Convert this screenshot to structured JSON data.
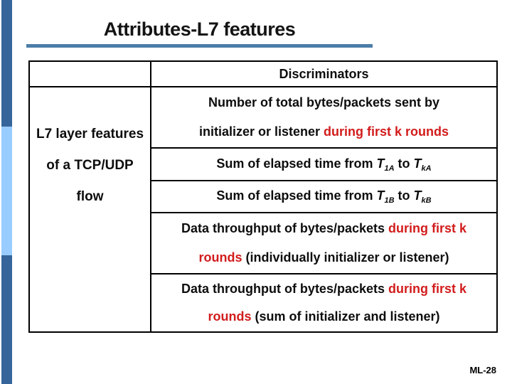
{
  "slide": {
    "title": "Attributes-L7 features",
    "page_number": "ML-28"
  },
  "colors": {
    "accent_dark_blue": "#36659B",
    "accent_light_blue": "#99CCFF",
    "title_rule_blue": "#4D7DA8",
    "highlight_red": "#D21C1C",
    "text_black": "#0D0D0D"
  },
  "table": {
    "header_right": "Discriminators",
    "left_cell": {
      "lines": [
        "L7 layer features",
        "of a TCP/UDP",
        "flow"
      ]
    },
    "rows": [
      {
        "lines": [
          [
            {
              "t": "Number of total bytes/packets sent by"
            }
          ],
          [
            {
              "t": "initializer or listener "
            },
            {
              "t": "during first k rounds",
              "red": true
            }
          ]
        ]
      },
      {
        "lines": [
          [
            {
              "t": "Sum of elapsed time from "
            },
            {
              "t": "T",
              "it": true
            },
            {
              "t": "1A",
              "it": true,
              "sub": true
            },
            {
              "t": " to "
            },
            {
              "t": "T",
              "it": true
            },
            {
              "t": "kA",
              "it": true,
              "sub": true
            }
          ]
        ]
      },
      {
        "lines": [
          [
            {
              "t": "Sum of elapsed time from "
            },
            {
              "t": "T",
              "it": true
            },
            {
              "t": "1B",
              "it": true,
              "sub": true
            },
            {
              "t": " to "
            },
            {
              "t": "T",
              "it": true
            },
            {
              "t": "kB",
              "it": true,
              "sub": true
            }
          ]
        ]
      },
      {
        "lines": [
          [
            {
              "t": "Data throughput of bytes/packets "
            },
            {
              "t": "during first k",
              "red": true
            }
          ],
          [
            {
              "t": "rounds",
              "red": true
            },
            {
              "t": " (individually initializer or listener)"
            }
          ]
        ]
      },
      {
        "lines": [
          [
            {
              "t": "Data throughput of bytes/packets "
            },
            {
              "t": "during first k",
              "red": true
            }
          ],
          [
            {
              "t": "rounds",
              "red": true
            },
            {
              "t": " (sum of initializer and listener)"
            }
          ]
        ]
      }
    ]
  }
}
